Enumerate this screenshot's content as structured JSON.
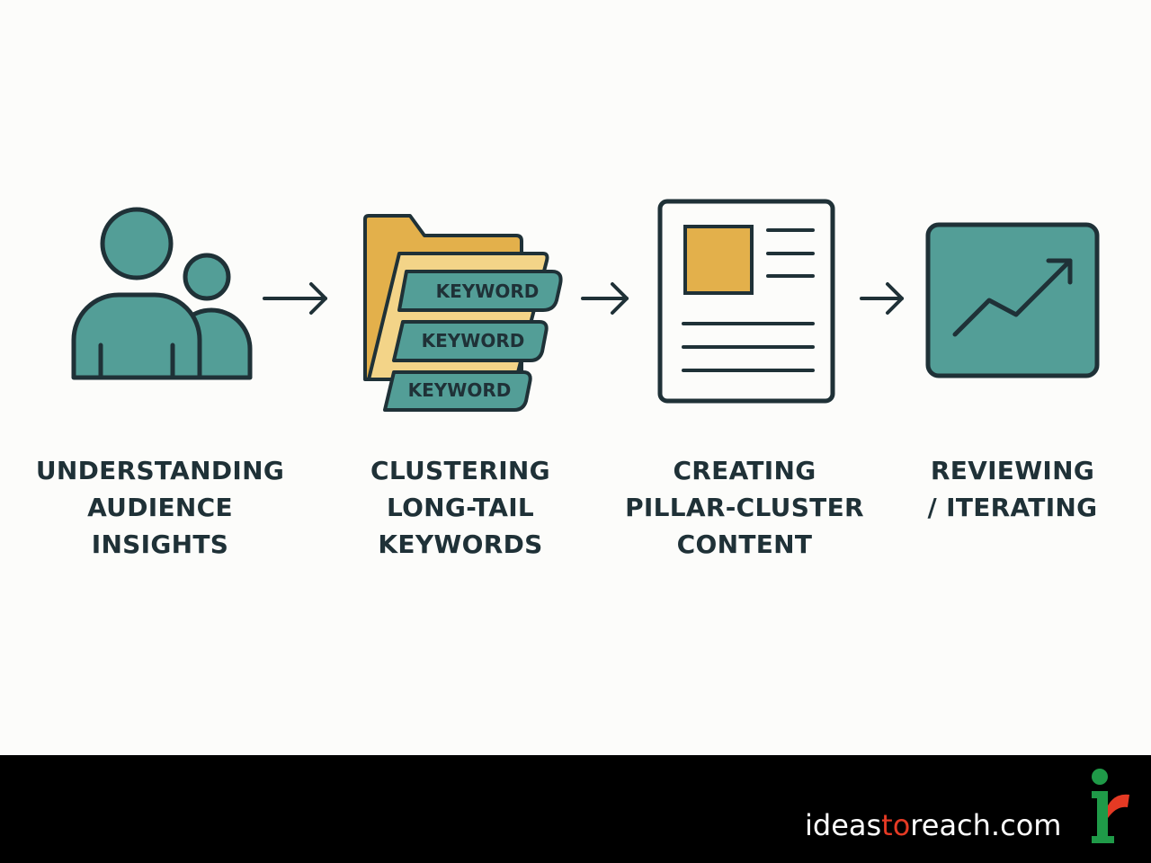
{
  "steps": [
    {
      "lines": [
        "UNDERSTANDING",
        "AUDIENCE",
        "INSIGHTS"
      ],
      "icon": "people-icon"
    },
    {
      "lines": [
        "CLUSTERING",
        "LONG-TAIL",
        "KEYWORDS"
      ],
      "icon": "keyword-folder-icon",
      "tags": [
        "KEYWORD",
        "KEYWORD",
        "KEYWORD"
      ]
    },
    {
      "lines": [
        "CREATING",
        "PILLAR-CLUSTER",
        "CONTENT"
      ],
      "icon": "document-icon"
    },
    {
      "lines": [
        "REVIEWING",
        "/ ITERATING"
      ],
      "icon": "trend-chart-icon"
    }
  ],
  "colors": {
    "teal": "#539e97",
    "mustard": "#e3b04b",
    "pale_yellow": "#f3d488",
    "outline": "#1f3137",
    "background": "#fcfcfa",
    "footer": "#000000",
    "logo_red": "#e53a24",
    "logo_green": "#1f9a48"
  },
  "footer": {
    "brand_before": "ideas",
    "brand_accent": "to",
    "brand_after": "reach.com",
    "logo": "ir"
  }
}
